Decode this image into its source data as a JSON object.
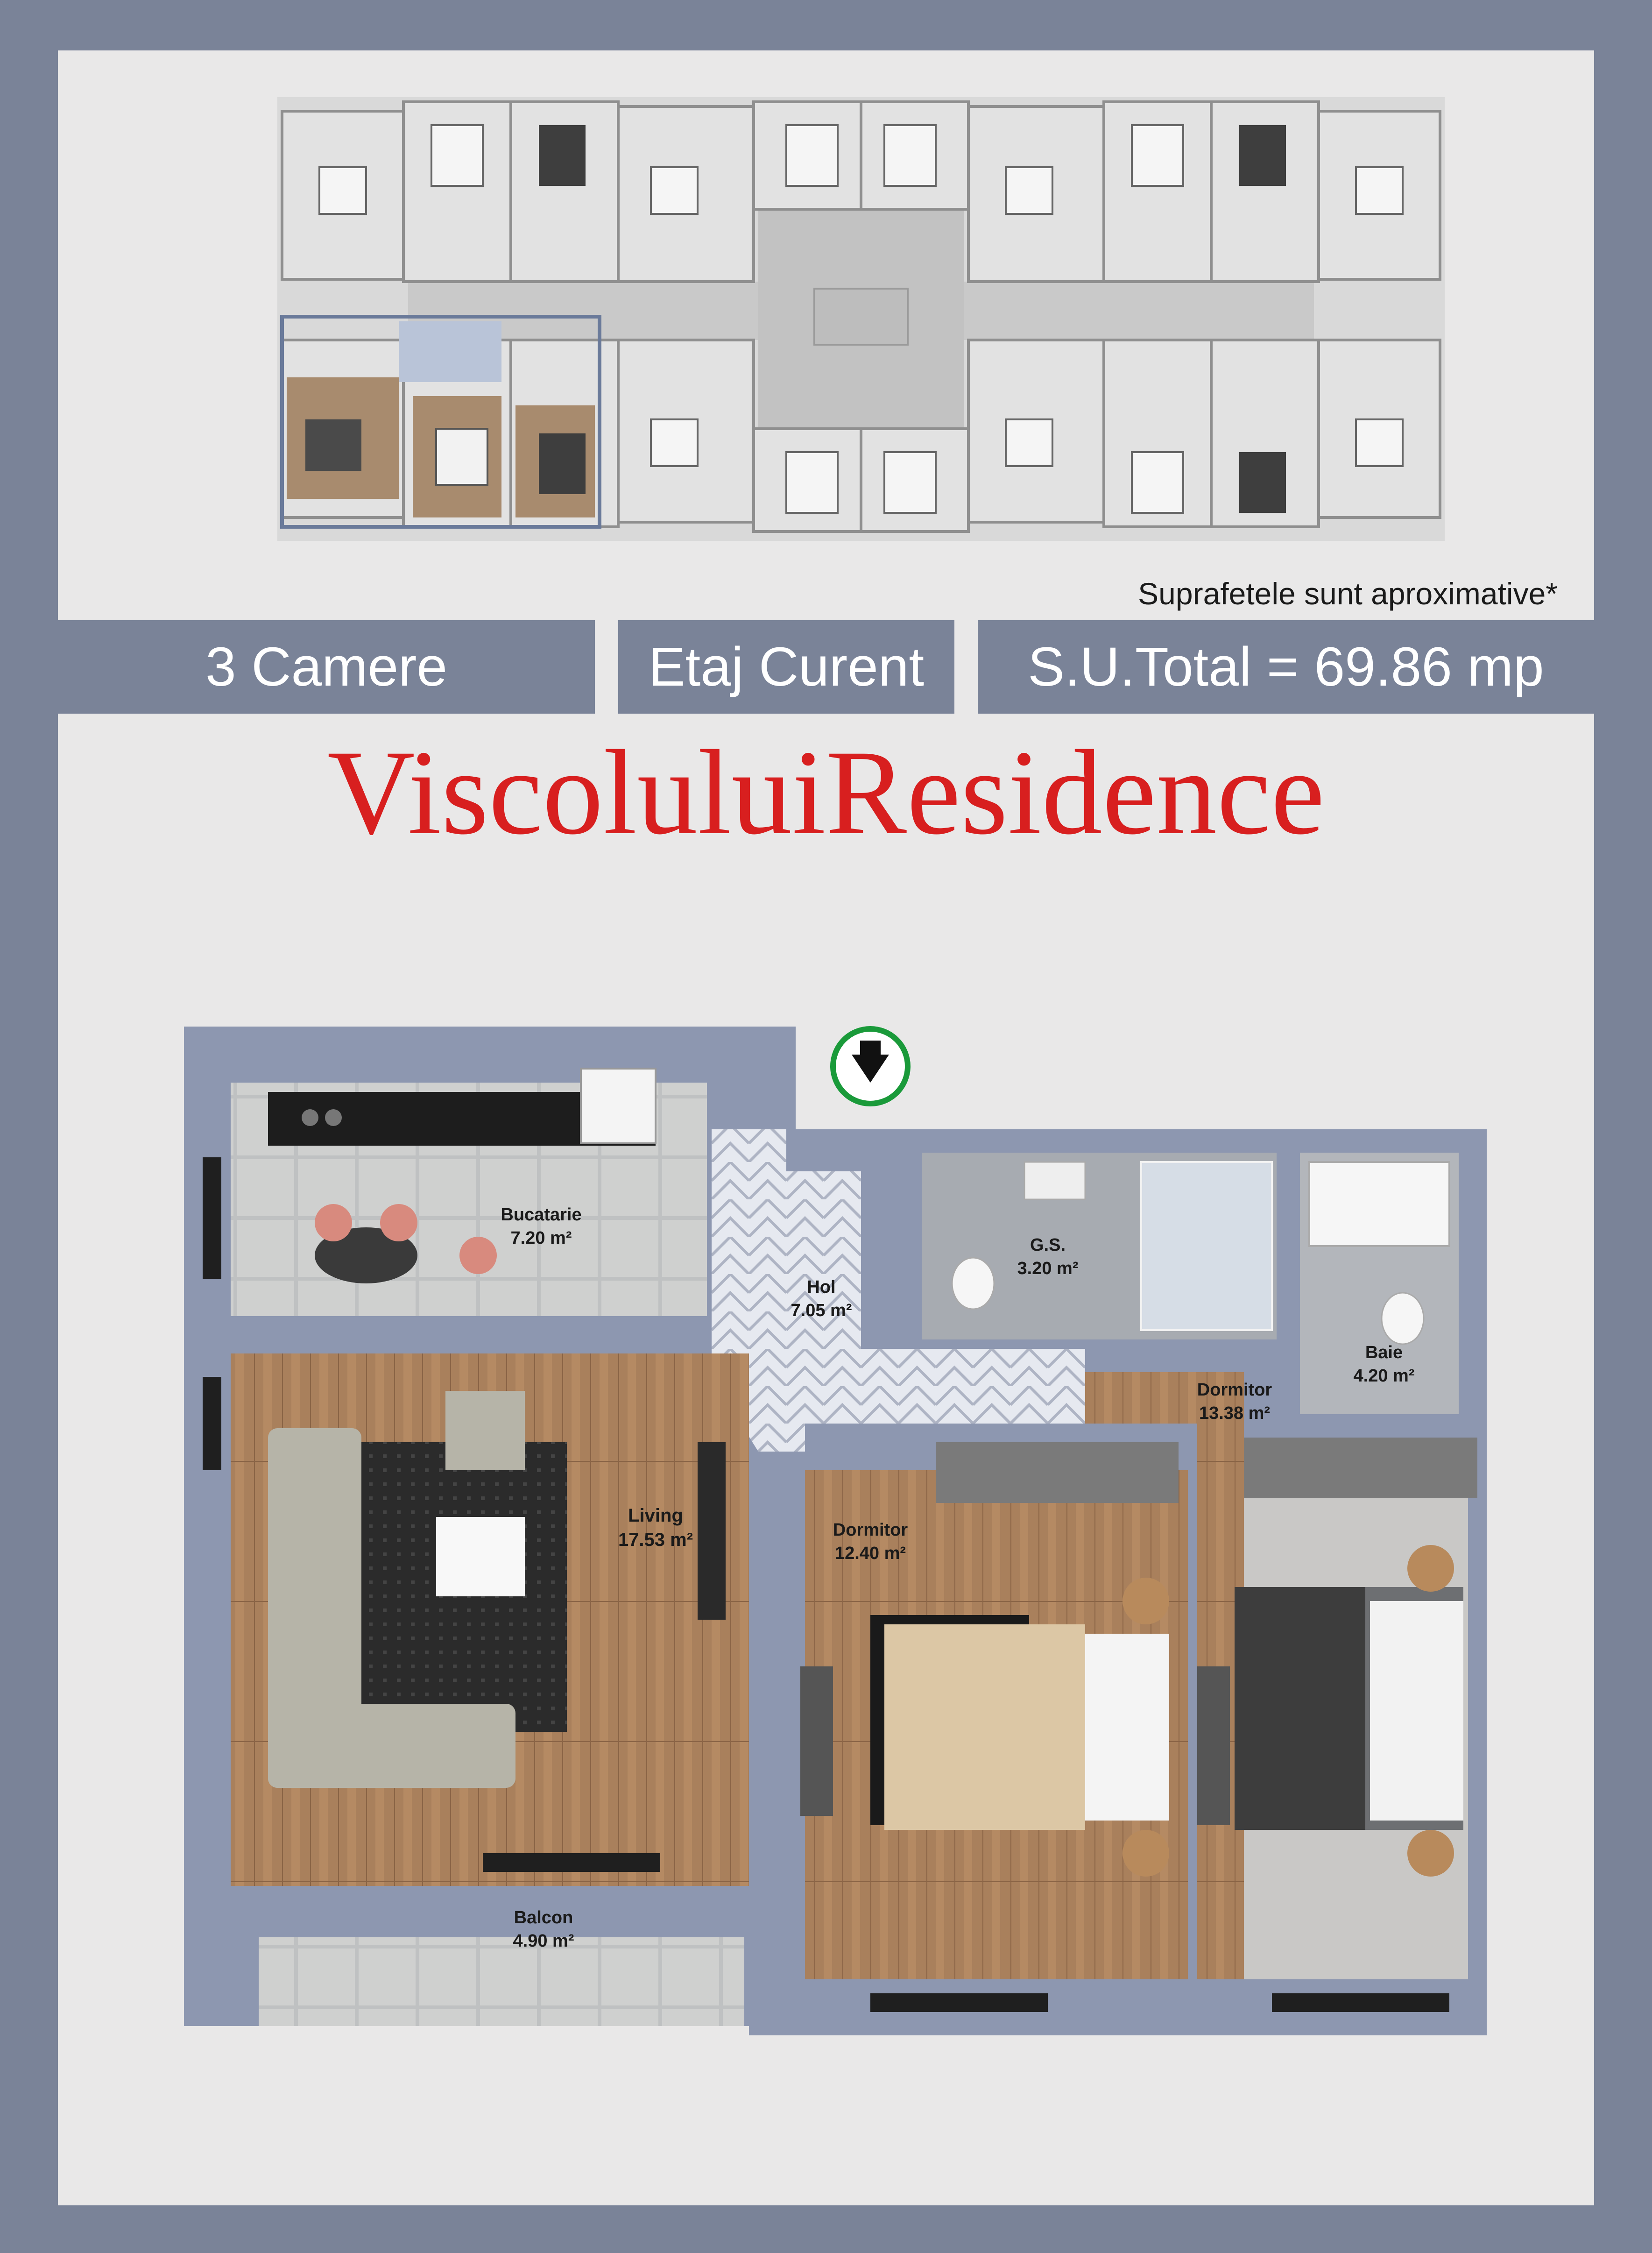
{
  "note": "Suprafetele sunt aproximative*",
  "tags": {
    "rooms": "3 Camere",
    "floor": "Etaj Curent",
    "total": "S.U.Total = 69.86 mp"
  },
  "title": "ViscoluluiResidence",
  "rooms": {
    "bucatarie": {
      "name": "Bucatarie",
      "area": "7.20 m²"
    },
    "hol": {
      "name": "Hol",
      "area": "7.05 m²"
    },
    "gs": {
      "name": "G.S.",
      "area": "3.20 m²"
    },
    "baie": {
      "name": "Baie",
      "area": "4.20 m²"
    },
    "dormitor1": {
      "name": "Dormitor",
      "area": "13.38 m²"
    },
    "living": {
      "name": "Living",
      "area": "17.53 m²"
    },
    "dormitor2": {
      "name": "Dormitor",
      "area": "12.40 m²"
    },
    "balcon": {
      "name": "Balcon",
      "area": "4.90 m²"
    }
  },
  "colors": {
    "brand": "#d81f1f",
    "frame": "#7a8398",
    "entrance": "#1a9a3a",
    "wall": "#8d97b0"
  },
  "icons": {
    "entrance": "entrance-arrow-icon"
  }
}
